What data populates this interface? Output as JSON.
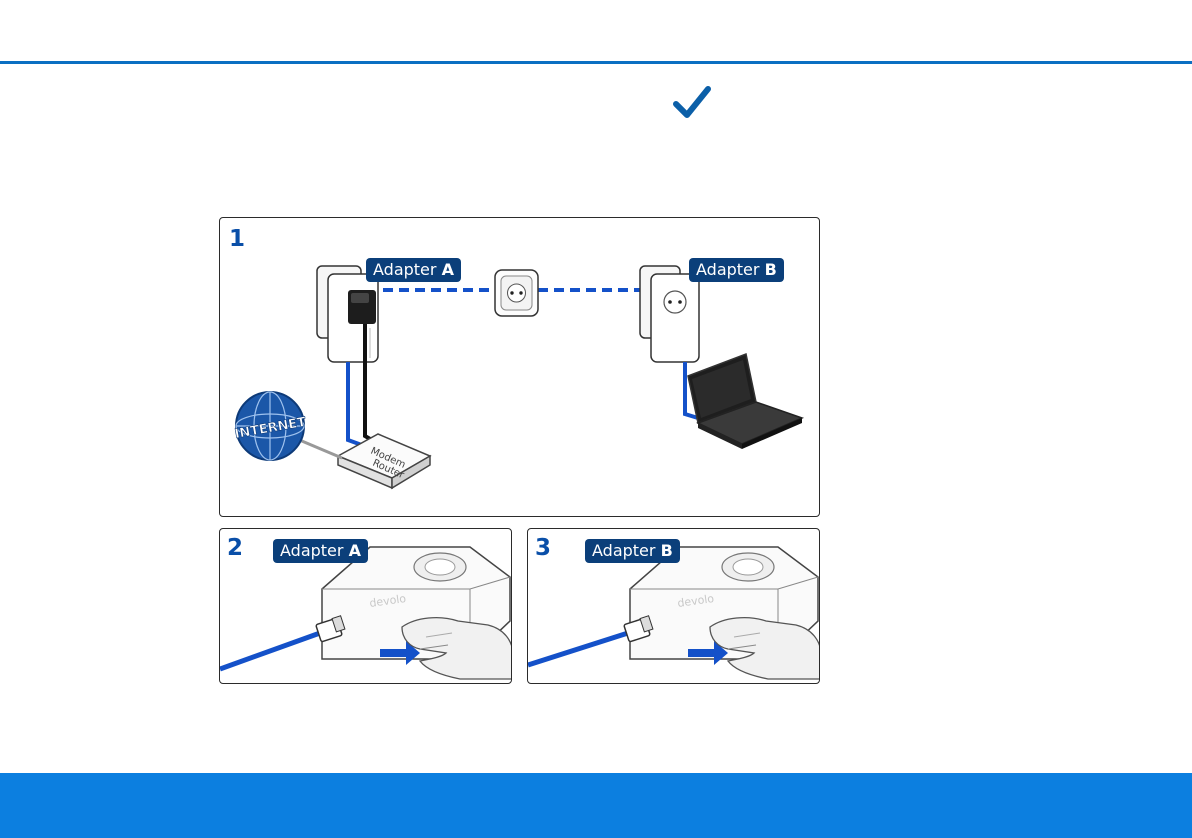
{
  "figure": {
    "panel1": {
      "step": "1",
      "label_a_prefix": "Adapter",
      "label_a_letter": "A",
      "label_b_prefix": "Adapter",
      "label_b_letter": "B",
      "globe_text": "INTERNET",
      "router_line1": "Modem",
      "router_line2": "Router"
    },
    "panel2": {
      "step": "2",
      "label_prefix": "Adapter",
      "label_letter": "A",
      "device_brand": "devolo"
    },
    "panel3": {
      "step": "3",
      "label_prefix": "Adapter",
      "label_letter": "B",
      "device_brand": "devolo"
    }
  },
  "colors": {
    "accent_line": "#0a6fc2",
    "footer_bar": "#0c7fe0",
    "label_bg": "#0b3f7a",
    "step_number": "#0a4fa8",
    "cable_blue": "#1451c9",
    "checkmark": "#0b5fa8"
  }
}
